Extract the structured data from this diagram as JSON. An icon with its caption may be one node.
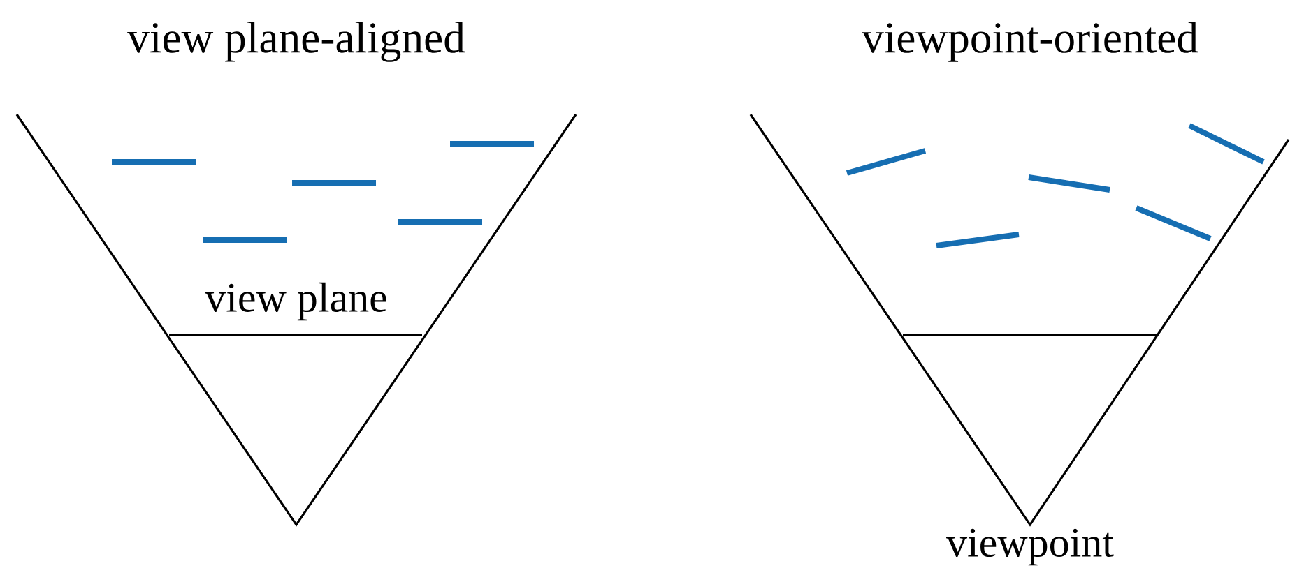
{
  "diagram": {
    "labels": [
      "view plane-aligned",
      "viewpoint-oriented",
      "view plane",
      "viewpoint"
    ]
  }
}
